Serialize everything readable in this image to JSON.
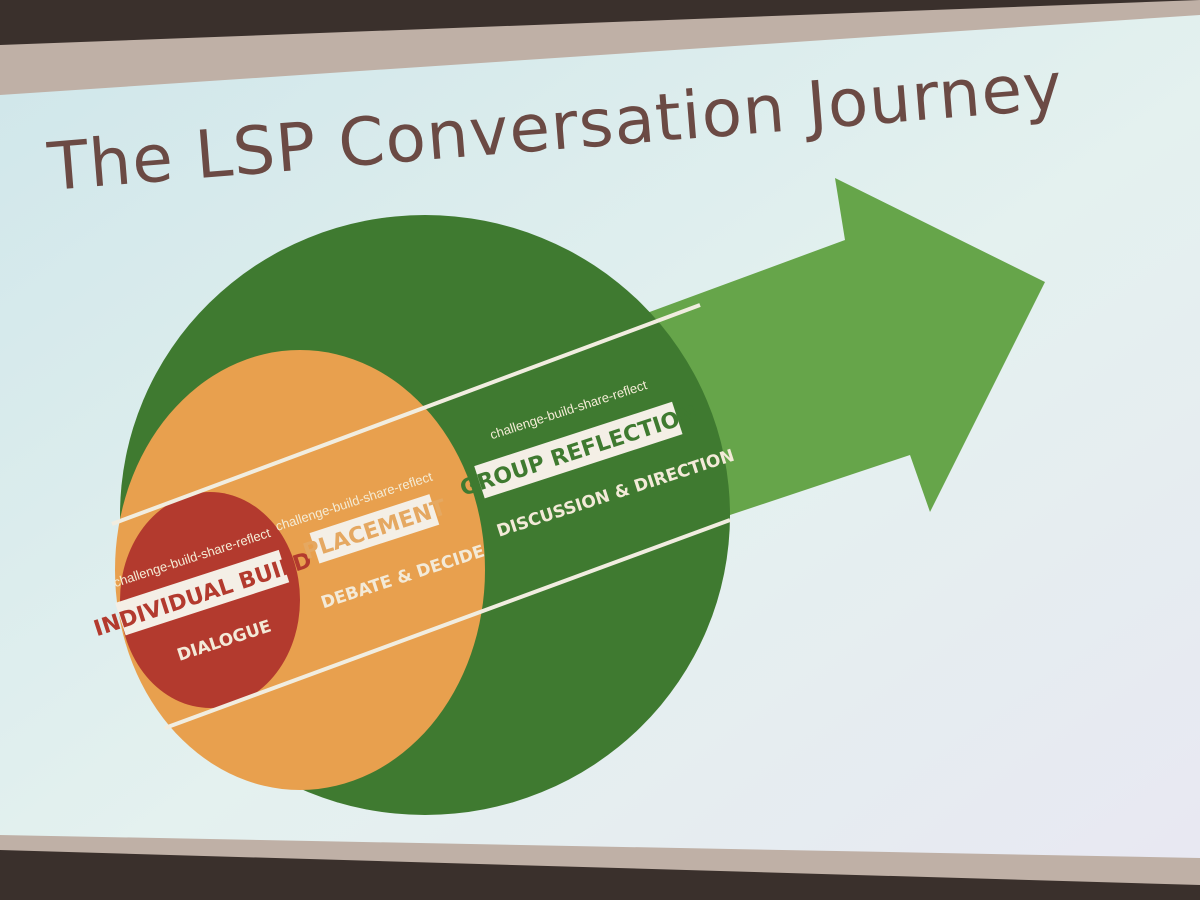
{
  "slide": {
    "title": "The LSP Conversation Journey"
  },
  "stages": [
    {
      "id": "individual",
      "cycle": "challenge-build-share-reflect",
      "label": "INDIVIDUAL BUILD",
      "conversation": "DIALOGUE",
      "color": "#b33a2e",
      "label_color": "#b33a2e"
    },
    {
      "id": "placement",
      "cycle": "challenge-build-share-reflect",
      "label": "PLACEMENT",
      "conversation": "DEBATE & DECIDE",
      "color": "#e8a04e",
      "label_color": "#e5a861"
    },
    {
      "id": "group",
      "cycle": "challenge-build-share-reflect",
      "label": "GROUP REFLECTION",
      "conversation": "DISCUSSION & DIRECTION",
      "color": "#3f7a30",
      "label_color": "#3f7a30"
    }
  ],
  "colors": {
    "arrow": "#5fa040",
    "screen_bg": "#d8ecee",
    "label_box": "#f4efe6",
    "band_line": "#f1ede0"
  }
}
